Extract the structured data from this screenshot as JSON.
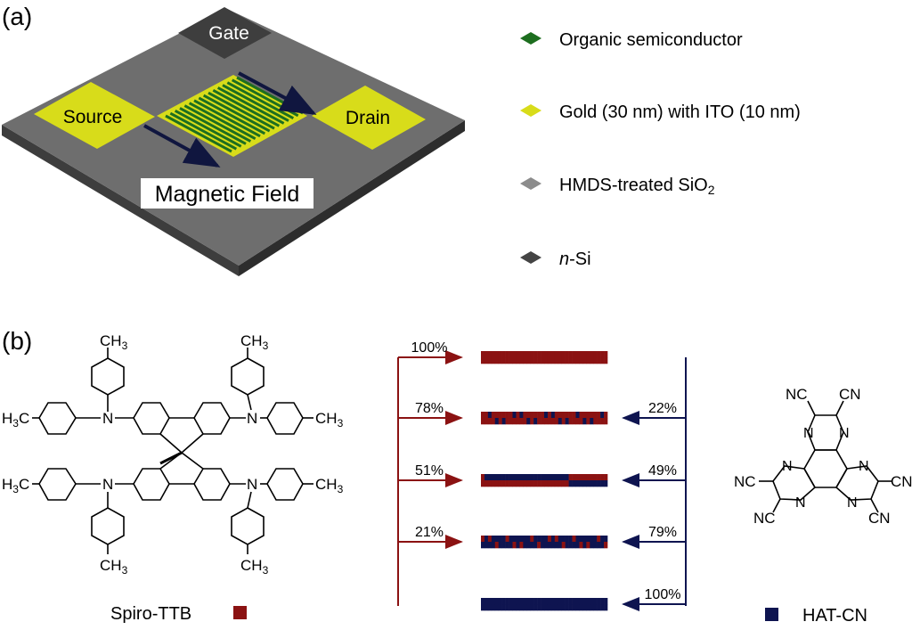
{
  "panel_a": {
    "label": "(a)",
    "pads": {
      "gate": "Gate",
      "source": "Source",
      "drain": "Drain"
    },
    "field_label": "Magnetic Field",
    "legend": [
      {
        "text": "Organic semiconductor",
        "color": "#1d6e1f"
      },
      {
        "text": "Gold (30 nm) with ITO (10 nm)",
        "color": "#d8dc1a"
      },
      {
        "text_main": "HMDS-treated SiO",
        "text_sub": "2",
        "color": "#8c8c8c"
      },
      {
        "text_italic": "n",
        "text_rest": "-Si",
        "color": "#444444"
      }
    ]
  },
  "panel_b": {
    "label": "(b)",
    "left_name": "Spiro-TTB",
    "right_name": "HAT-CN",
    "left_color": "#8b1212",
    "right_color": "#0e1450",
    "atoms": {
      "ch3": "CH",
      "sub3": "3",
      "h3c": "H",
      "h3c_rest": "C",
      "n": "N",
      "nc": "NC",
      "cn": "CN"
    },
    "ratios": [
      {
        "left": "100%",
        "right": "",
        "fraction_right": 0.0
      },
      {
        "left": "78%",
        "right": "22%",
        "fraction_right": 0.22
      },
      {
        "left": "51%",
        "right": "49%",
        "fraction_right": 0.49
      },
      {
        "left": "21%",
        "right": "79%",
        "fraction_right": 0.79
      },
      {
        "left": "",
        "right": "100%",
        "fraction_right": 1.0
      }
    ]
  }
}
